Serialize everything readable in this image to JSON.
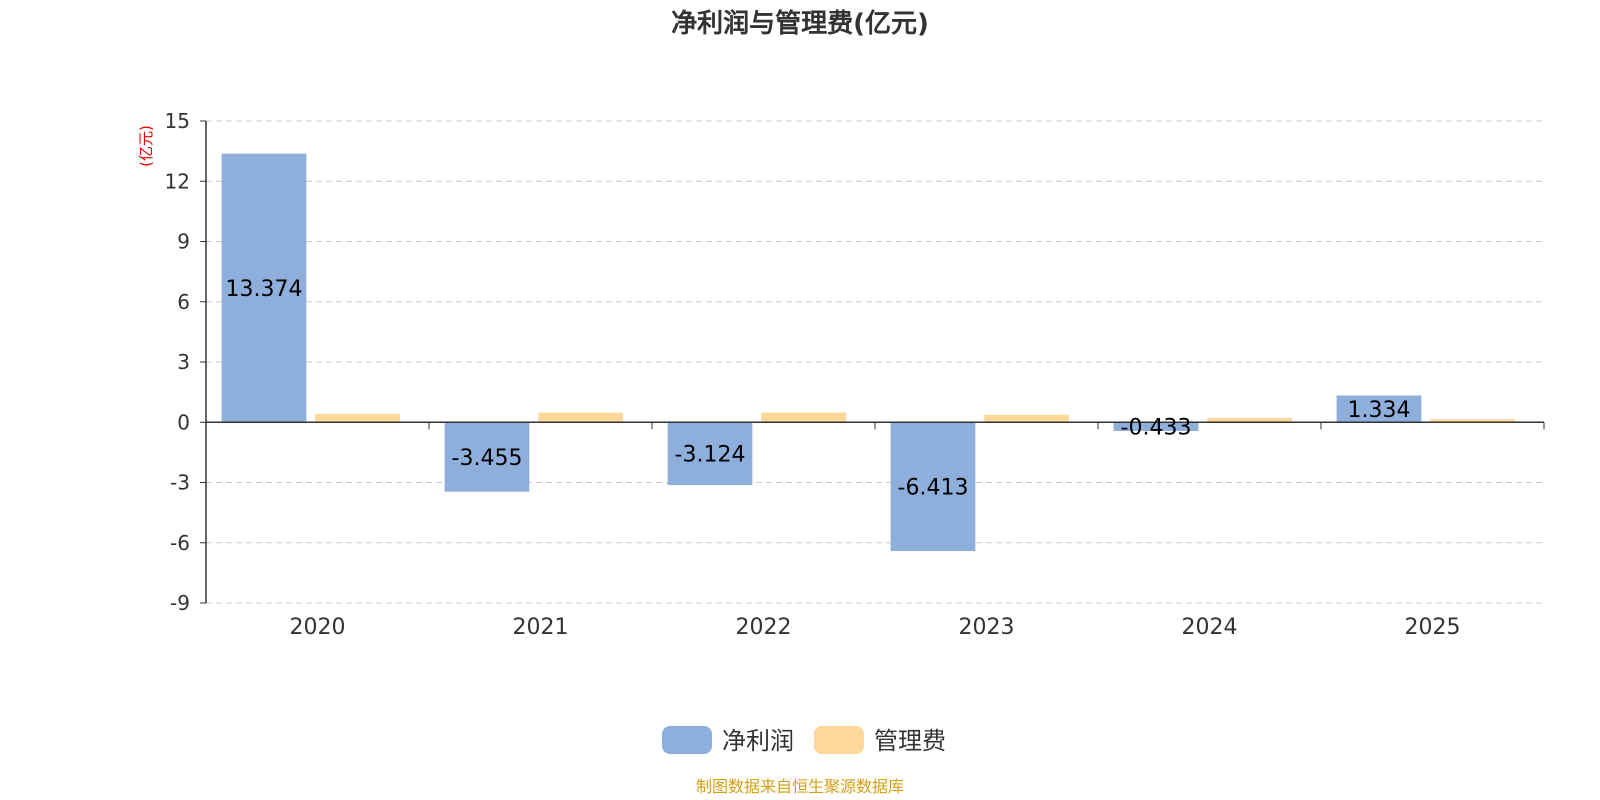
{
  "chart_data": {
    "type": "bar",
    "title": "净利润与管理费(亿元)",
    "ylabel": "(亿元)",
    "xlabel": "",
    "categories": [
      "2020",
      "2021",
      "2022",
      "2023",
      "2024",
      "2025"
    ],
    "series": [
      {
        "name": "净利润",
        "values": [
          13.374,
          -3.455,
          -3.124,
          -6.413,
          -0.433,
          1.334
        ],
        "color": "#8eaedb",
        "show_labels": true
      },
      {
        "name": "管理费",
        "values": [
          0.42,
          0.48,
          0.48,
          0.37,
          0.22,
          0.15
        ],
        "color": "#fdd89a",
        "show_labels": false
      }
    ],
    "ylim": [
      -9,
      15
    ],
    "yticks": [
      "15",
      "12",
      "9",
      "6",
      "3",
      "0",
      "-3",
      "-6",
      "-9"
    ],
    "grid": true,
    "legend_position": "bottom-center",
    "source": "制图数据来自恒生聚源数据库"
  },
  "colors": {
    "title": "#333333",
    "axis": "#333333",
    "grid": "#cccccc",
    "ylabel": "#e60000",
    "source": "#d4a017"
  }
}
